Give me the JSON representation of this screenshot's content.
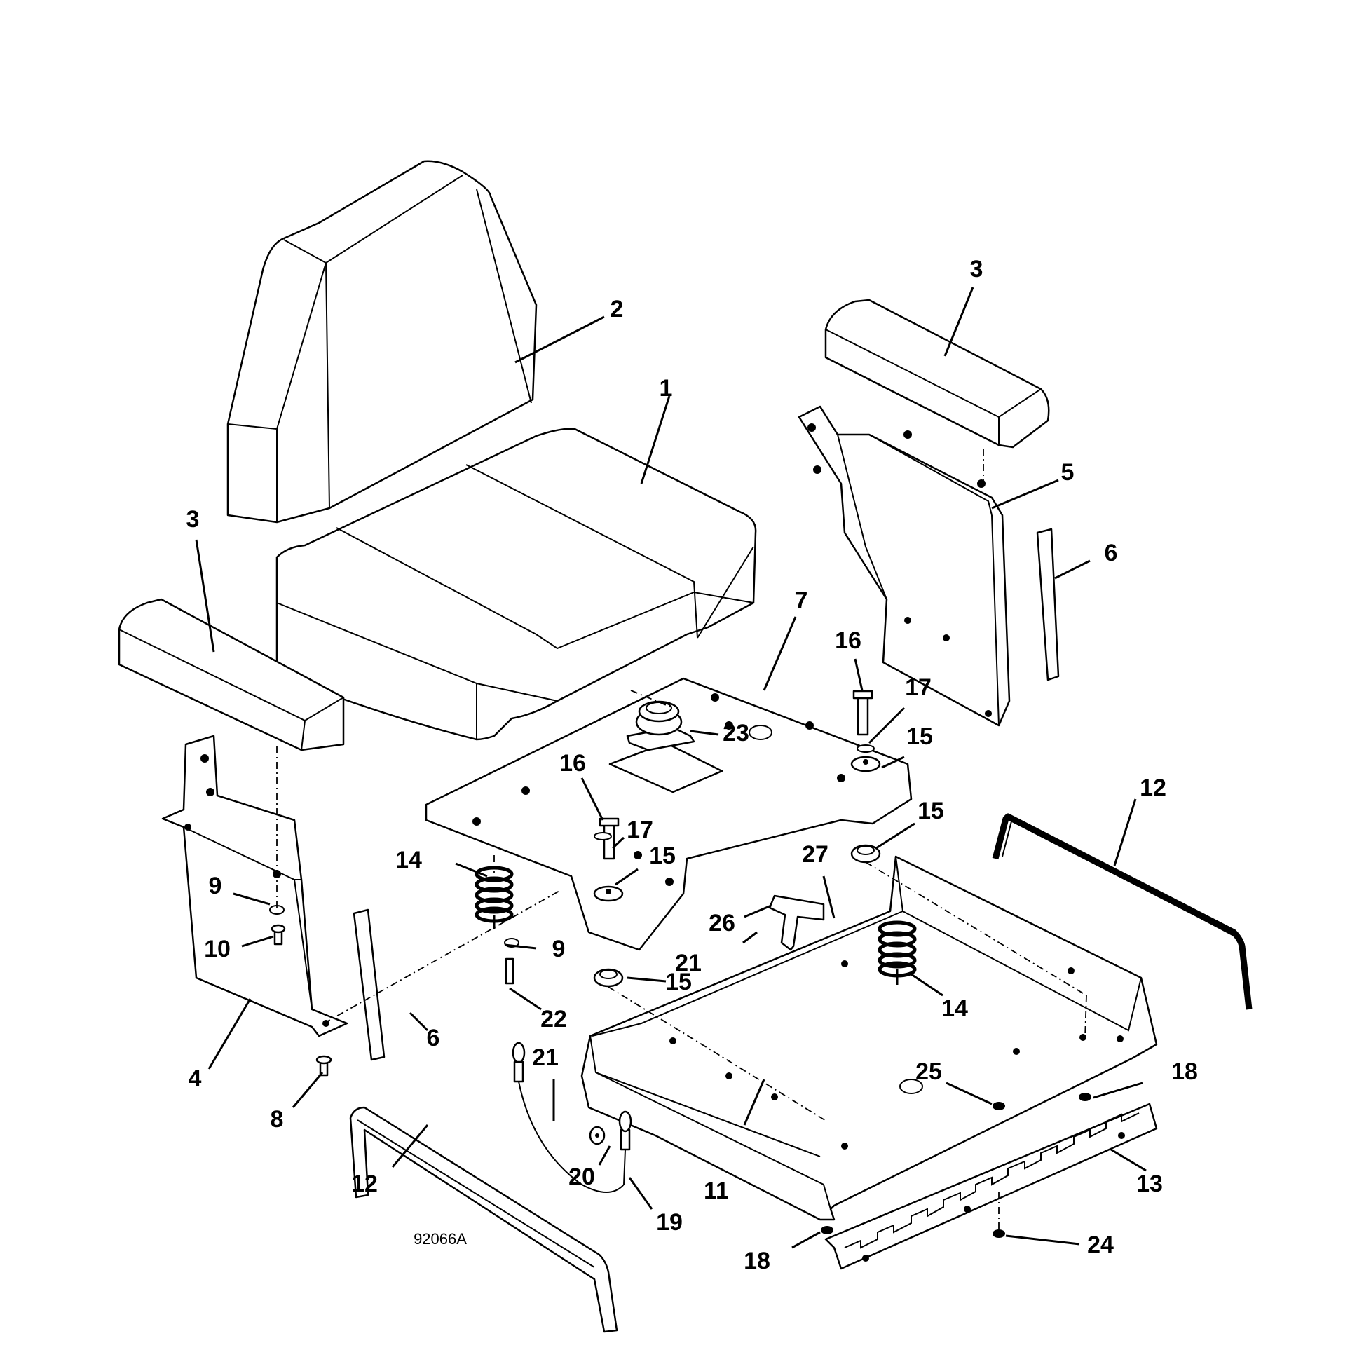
{
  "drawing_number": "92066A",
  "callouts": [
    {
      "id": "c1",
      "label": "1"
    },
    {
      "id": "c2",
      "label": "2"
    },
    {
      "id": "c3a",
      "label": "3"
    },
    {
      "id": "c3b",
      "label": "3"
    },
    {
      "id": "c4",
      "label": "4"
    },
    {
      "id": "c5",
      "label": "5"
    },
    {
      "id": "c6a",
      "label": "6"
    },
    {
      "id": "c6b",
      "label": "6"
    },
    {
      "id": "c7",
      "label": "7"
    },
    {
      "id": "c8",
      "label": "8"
    },
    {
      "id": "c9a",
      "label": "9"
    },
    {
      "id": "c9b",
      "label": "9"
    },
    {
      "id": "c10",
      "label": "10"
    },
    {
      "id": "c11",
      "label": "11"
    },
    {
      "id": "c12a",
      "label": "12"
    },
    {
      "id": "c12b",
      "label": "12"
    },
    {
      "id": "c13",
      "label": "13"
    },
    {
      "id": "c14a",
      "label": "14"
    },
    {
      "id": "c14b",
      "label": "14"
    },
    {
      "id": "c15a",
      "label": "15"
    },
    {
      "id": "c15b",
      "label": "15"
    },
    {
      "id": "c15c",
      "label": "15"
    },
    {
      "id": "c15d",
      "label": "15"
    },
    {
      "id": "c16a",
      "label": "16"
    },
    {
      "id": "c16b",
      "label": "16"
    },
    {
      "id": "c17a",
      "label": "17"
    },
    {
      "id": "c17b",
      "label": "17"
    },
    {
      "id": "c18a",
      "label": "18"
    },
    {
      "id": "c18b",
      "label": "18"
    },
    {
      "id": "c19",
      "label": "19"
    },
    {
      "id": "c20",
      "label": "20"
    },
    {
      "id": "c21a",
      "label": "21"
    },
    {
      "id": "c21b",
      "label": "21"
    },
    {
      "id": "c22",
      "label": "22"
    },
    {
      "id": "c23",
      "label": "23"
    },
    {
      "id": "c24",
      "label": "24"
    },
    {
      "id": "c25",
      "label": "25"
    },
    {
      "id": "c26",
      "label": "26"
    },
    {
      "id": "c27",
      "label": "27"
    }
  ]
}
